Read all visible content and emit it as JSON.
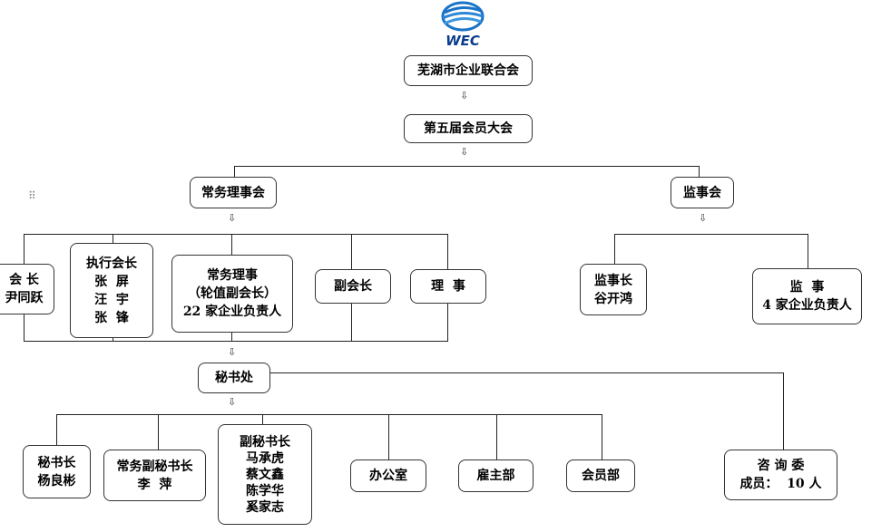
{
  "logo": {
    "text": "WEC",
    "color": "#0a3d8c"
  },
  "nodes": {
    "federation": [
      "芜湖市企业联合会"
    ],
    "congress": [
      "第五届会员大会"
    ],
    "standing_council": [
      "常务理事会"
    ],
    "supervisory_board": [
      "监事会"
    ],
    "president": [
      "会 长",
      "尹同跃"
    ],
    "executive_presidents": [
      "执行会长",
      "张  屏",
      "汪  宇",
      "张  锋"
    ],
    "standing_directors": [
      "常务理事",
      "（轮值副会长）",
      "22 家企业负责人"
    ],
    "vice_president": [
      "副会长"
    ],
    "director": [
      "理  事"
    ],
    "chief_supervisor": [
      "监事长",
      "谷开鸿"
    ],
    "supervisors": [
      "监  事",
      "4 家企业负责人"
    ],
    "secretariat": [
      "秘书处"
    ],
    "secretary_general": [
      "秘书长",
      "杨良彬"
    ],
    "exec_deputy_sg": [
      "常务副秘书长",
      "李  萍"
    ],
    "deputy_sg": [
      "副秘书长",
      "马承虎",
      "蔡文鑫",
      "陈学华",
      "奚家志"
    ],
    "office": [
      "办公室"
    ],
    "employer_dept": [
      "雇主部"
    ],
    "member_dept": [
      "会员部"
    ],
    "advisory_committee": [
      "咨 询 委",
      "成员：  10 人"
    ]
  }
}
